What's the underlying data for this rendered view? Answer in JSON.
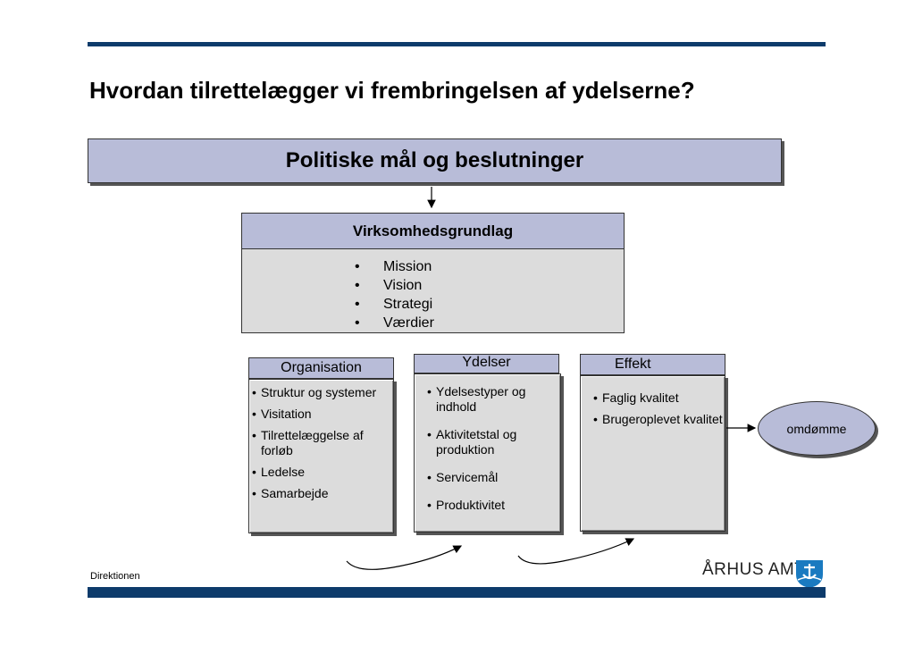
{
  "title": "Hvordan tilrettelægger vi frembringelsen af ydelserne?",
  "politiske": "Politiske mål og beslutninger",
  "virksomhed": {
    "header": "Virksomhedsgrundlag",
    "items": [
      "Mission",
      "Vision",
      "Strategi",
      "Værdier"
    ]
  },
  "organisation": {
    "header": "Organisation",
    "items": [
      "Struktur og systemer",
      "Visitation",
      "Tilrettelæggelse af forløb",
      "Ledelse",
      "Samarbejde"
    ]
  },
  "ydelser": {
    "header": "Ydelser",
    "items": [
      "Ydelsestyper og indhold",
      "Aktivitetstal og produktion",
      "Servicemål",
      "Produktivitet"
    ]
  },
  "effekt": {
    "header": "Effekt",
    "items": [
      "Faglig kvalitet",
      "Brugeroplevet kvalitet"
    ]
  },
  "omdomme": "omdømme",
  "footer": "Direktionen",
  "logo": "ÅRHUS AMT",
  "colors": {
    "navy": "#0d3b6b",
    "lavender": "#b8bcd8",
    "grey": "#dcdcdc",
    "logo_blue": "#1a7ac0"
  }
}
